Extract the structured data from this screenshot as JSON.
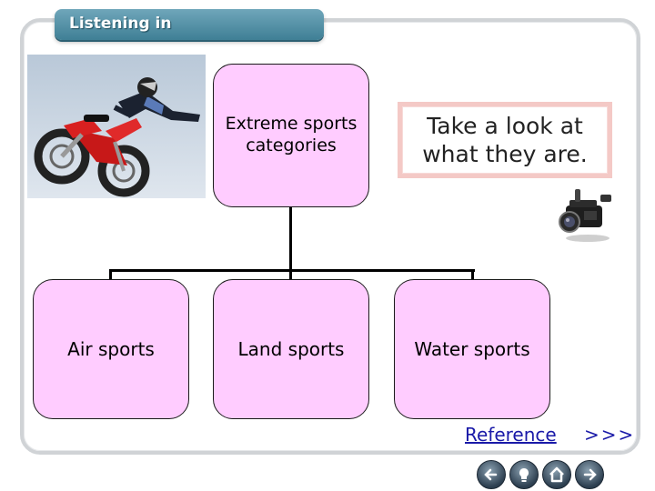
{
  "header": {
    "title": "Listening in"
  },
  "tree": {
    "root": {
      "label": "Extreme sports categories"
    },
    "children": [
      {
        "label": "Air sports"
      },
      {
        "label": "Land sports"
      },
      {
        "label": "Water sports"
      }
    ]
  },
  "note": {
    "text": "Take a look at what they are."
  },
  "reference": {
    "link_label": "Reference",
    "arrows": ">>>"
  },
  "icons": {
    "camera": "video-camera-icon",
    "photo": "motocross-photo",
    "nav": [
      "back-arrow-icon",
      "lightbulb-icon",
      "home-icon",
      "forward-arrow-icon"
    ]
  }
}
